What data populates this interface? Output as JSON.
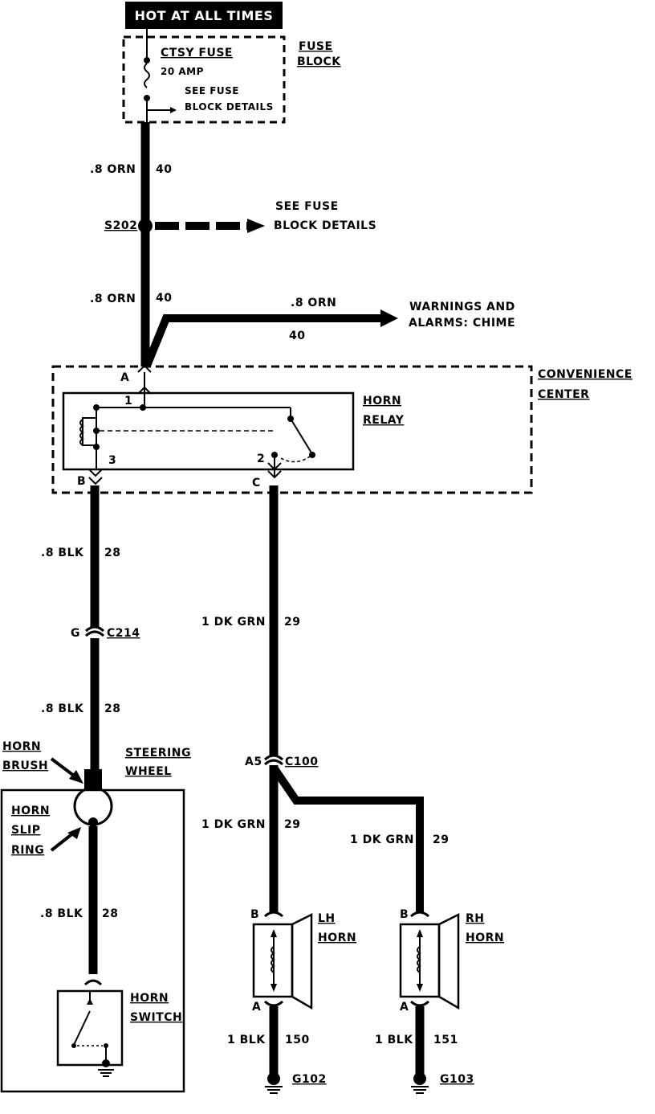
{
  "header": {
    "title": "HOT AT ALL TIMES"
  },
  "fuse_block": {
    "label_line1": "FUSE",
    "label_line2": "BLOCK",
    "fuse_name": "CTSY FUSE",
    "fuse_rating": "20 AMP",
    "see_line1": "SEE FUSE",
    "see_line2": "BLOCK DETAILS"
  },
  "wire_top": {
    "gauge": ".8 ORN",
    "circuit": "40"
  },
  "splice": {
    "name": "S202",
    "see_line1": "SEE FUSE",
    "see_line2": "BLOCK DETAILS"
  },
  "wire_mid": {
    "gauge": ".8 ORN",
    "circuit": "40"
  },
  "branch_warn": {
    "gauge": ".8 ORN",
    "circuit": "40",
    "dest_line1": "WARNINGS AND",
    "dest_line2": "ALARMS: CHIME"
  },
  "convenience_center": {
    "line1": "CONVENIENCE",
    "line2": "CENTER"
  },
  "horn_relay": {
    "line1": "HORN",
    "line2": "RELAY",
    "pin1": "1",
    "pin2": "2",
    "pin3": "3",
    "conn_a": "A",
    "conn_b": "B",
    "conn_c": "C"
  },
  "wire_blk_1": {
    "gauge": ".8 BLK",
    "circuit": "28"
  },
  "conn_c214": {
    "pin": "G",
    "name": "C214"
  },
  "wire_blk_2": {
    "gauge": ".8 BLK",
    "circuit": "28"
  },
  "wire_grn_1": {
    "gauge": "1 DK GRN",
    "circuit": "29"
  },
  "conn_c100": {
    "pin": "A5",
    "name": "C100"
  },
  "steering": {
    "wheel_line1": "STEERING",
    "wheel_line2": "WHEEL",
    "brush_line1": "HORN",
    "brush_line2": "BRUSH",
    "slip_line1": "HORN",
    "slip_line2": "SLIP",
    "slip_line3": "RING"
  },
  "wire_blk_3": {
    "gauge": ".8 BLK",
    "circuit": "28"
  },
  "horn_switch": {
    "line1": "HORN",
    "line2": "SWITCH"
  },
  "wire_grn_lh": {
    "gauge": "1 DK GRN",
    "circuit": "29"
  },
  "wire_grn_rh": {
    "gauge": "1 DK GRN",
    "circuit": "29"
  },
  "lh_horn": {
    "line1": "LH",
    "line2": "HORN",
    "pin_b": "B",
    "pin_a": "A"
  },
  "rh_horn": {
    "line1": "RH",
    "line2": "HORN",
    "pin_b": "B",
    "pin_a": "A"
  },
  "ground_lh": {
    "gauge": "1 BLK",
    "circuit": "150",
    "name": "G102"
  },
  "ground_rh": {
    "gauge": "1 BLK",
    "circuit": "151",
    "name": "G103"
  }
}
